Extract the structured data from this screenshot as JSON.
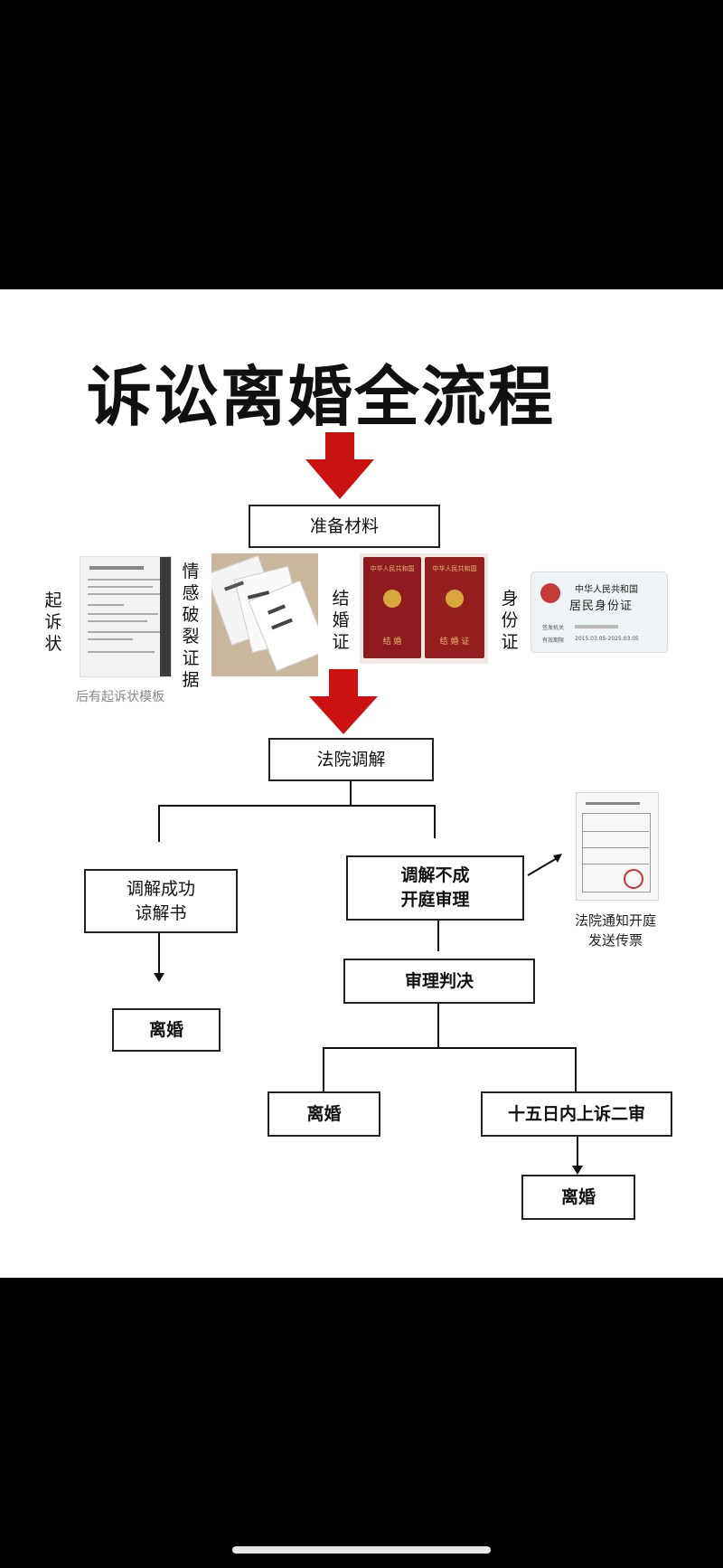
{
  "title": "诉讼离婚全流程",
  "steps": {
    "prepare": "准备材料",
    "mediation": "法院调解",
    "mediation_success": [
      "调解成功",
      "谅解书"
    ],
    "mediation_fail": [
      "调解不成",
      "开庭审理"
    ],
    "judgment": "审理判决",
    "divorce_left": "离婚",
    "divorce_mid": "离婚",
    "appeal": "十五日内上诉二审",
    "divorce_right": "离婚"
  },
  "materials": {
    "complaint": "起诉状",
    "complaint_caption": "后有起诉状模板",
    "evidence": "情感破裂证据",
    "marriage_cert": "结婚证",
    "id_card": "身份证"
  },
  "court_notice": [
    "法院通知开庭",
    "发送传票"
  ],
  "photo_text": {
    "marriage_cert_header": "中华人民共和国",
    "marriage_cert_label": "结 婚",
    "marriage_cert_label2": "结 婚 证",
    "id_header": "中华人民共和国",
    "id_title": "居民身份证",
    "id_row1": "签发机关",
    "id_row2": "有效期限",
    "id_dates": "2015.03.05-2025.03.05"
  },
  "colors": {
    "arrow": "#cc1111",
    "line": "#111111",
    "box_border": "#222222"
  }
}
